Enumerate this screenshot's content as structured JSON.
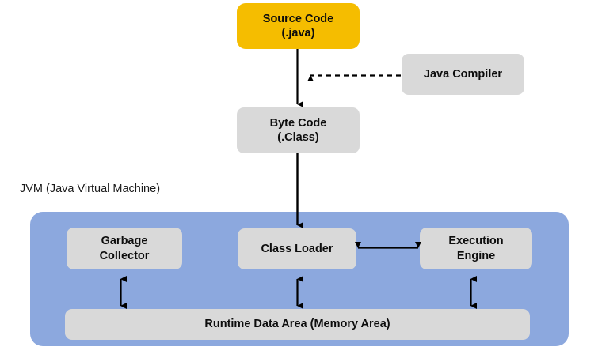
{
  "diagram": {
    "title_caption": "JVM (Java Virtual Machine)",
    "colors": {
      "source_box": "#F5BD00",
      "process_box": "#D9D9D9",
      "jvm_panel": "#8CA8DE",
      "arrow": "#000000",
      "text": "#0D0D0D",
      "background": "#FFFFFF"
    },
    "nodes": {
      "source_code": {
        "label": "Source Code\n(.java)",
        "line1": "Source Code",
        "line2": "(.java)"
      },
      "java_compiler": {
        "label": "Java Compiler"
      },
      "byte_code": {
        "label": "Byte Code\n(.Class)",
        "line1": "Byte Code",
        "line2": "(.Class)"
      },
      "garbage_collector": {
        "label": "Garbage\nCollector",
        "line1": "Garbage",
        "line2": "Collector"
      },
      "class_loader": {
        "label": "Class Loader"
      },
      "execution_engine": {
        "label": "Execution\nEngine",
        "line1": "Execution",
        "line2": "Engine"
      },
      "runtime_data_area": {
        "label": "Runtime Data Area (Memory Area)"
      }
    },
    "connectors": [
      {
        "name": "source-to-bytecode",
        "from": "source_code",
        "to": "byte_code",
        "style": "solid",
        "heads": "single-down"
      },
      {
        "name": "compiler-to-flow",
        "from": "java_compiler",
        "to": "source-to-bytecode-line",
        "style": "dashed",
        "heads": "single-left"
      },
      {
        "name": "bytecode-to-classloader",
        "from": "byte_code",
        "to": "class_loader",
        "style": "solid",
        "heads": "single-down"
      },
      {
        "name": "classloader-to-executionengine",
        "from": "class_loader",
        "to": "execution_engine",
        "style": "solid",
        "heads": "double-horizontal"
      },
      {
        "name": "garbagecollector-to-runtime",
        "from": "garbage_collector",
        "to": "runtime_data_area",
        "style": "solid",
        "heads": "double-vertical"
      },
      {
        "name": "classloader-to-runtime",
        "from": "class_loader",
        "to": "runtime_data_area",
        "style": "solid",
        "heads": "double-vertical"
      },
      {
        "name": "executionengine-to-runtime",
        "from": "execution_engine",
        "to": "runtime_data_area",
        "style": "solid",
        "heads": "double-vertical"
      }
    ]
  }
}
